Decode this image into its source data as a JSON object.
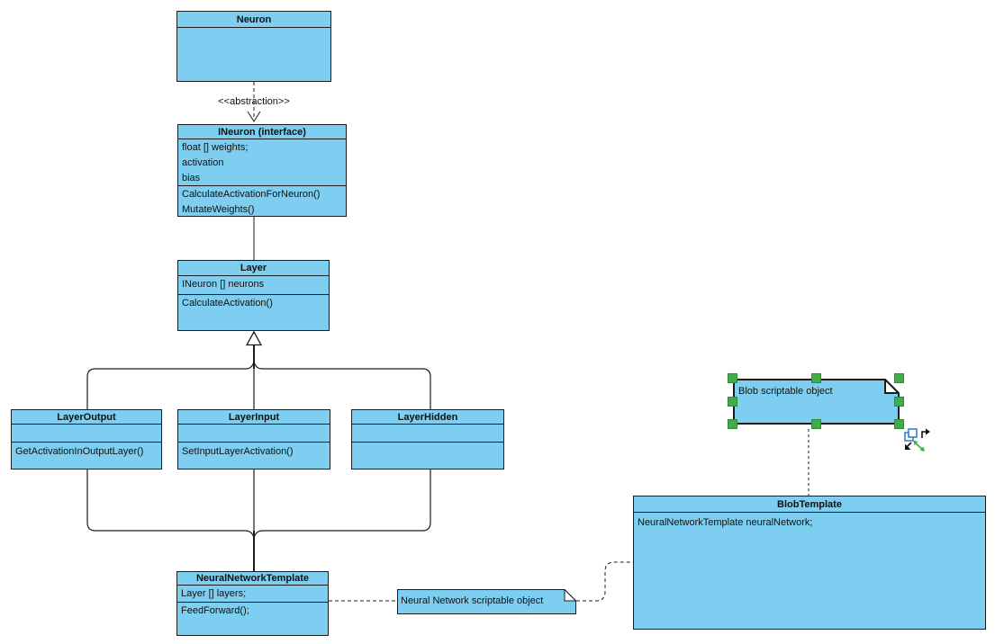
{
  "diagram_type": "uml-class-diagram",
  "palette": {
    "background": "#ffffff",
    "node_fill": "#7DCEF0",
    "node_stroke": "#1c1c1c",
    "selection_handle_green": "#3FAE49",
    "duplicate_icon_blue": "#3B82C4",
    "resize_arrow_green": "#3FAE49"
  },
  "labels": {
    "abstraction_stereotype": "<<abstraction>>"
  },
  "classes": {
    "neuron": {
      "title": "Neuron"
    },
    "ineuron": {
      "title": "INeuron (interface)",
      "attributes": [
        "float [] weights;",
        "activation",
        "bias"
      ],
      "methods": [
        "CalculateActivationForNeuron()",
        "MutateWeights()"
      ]
    },
    "layer": {
      "title": "Layer",
      "attributes": [
        "INeuron [] neurons"
      ],
      "methods": [
        "CalculateActivation()"
      ]
    },
    "layerOutput": {
      "title": "LayerOutput",
      "methods": [
        "GetActivationInOutputLayer()"
      ]
    },
    "layerInput": {
      "title": "LayerInput",
      "methods": [
        "SetInputLayerActivation()"
      ]
    },
    "layerHidden": {
      "title": "LayerHidden"
    },
    "neuralNetworkTemplate": {
      "title": "NeuralNetworkTemplate",
      "attributes": [
        "Layer [] layers;"
      ],
      "methods": [
        "FeedForward();"
      ]
    },
    "blobTemplate": {
      "title": "BlobTemplate",
      "attributes": [
        "NeuralNetworkTemplate neuralNetwork;"
      ]
    }
  },
  "notes": {
    "blob": {
      "text": "Blob scriptable object",
      "selected": true
    },
    "neuralNetwork": {
      "text": "Neural Network scriptable object",
      "selected": false
    }
  }
}
